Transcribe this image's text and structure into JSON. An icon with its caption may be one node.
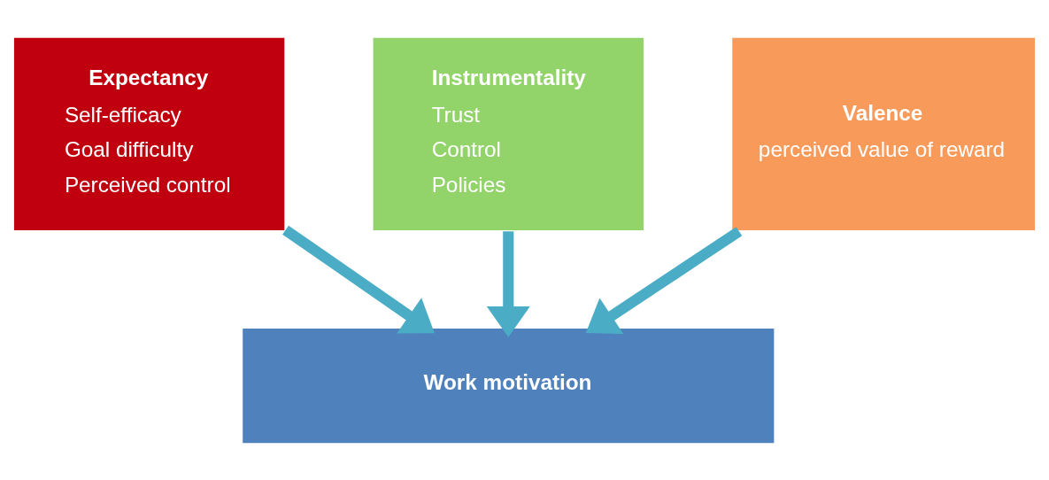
{
  "diagram": {
    "nodes": [
      {
        "text": [
          "Expectancy",
          "Self-efficacy",
          "Goal difficulty",
          "Perceived control"
        ]
      },
      {
        "text": [
          "Instrumentality",
          "Trust",
          "Control",
          "Policies"
        ]
      },
      {
        "text": [
          "Valence",
          "perceived value of reward"
        ]
      },
      {
        "text": [
          "Work motivation"
        ]
      }
    ],
    "edges": [
      {
        "from": 0,
        "to": 3,
        "arrow": "to"
      },
      {
        "from": 1,
        "to": 3,
        "arrow": "to"
      },
      {
        "from": 2,
        "to": 3,
        "arrow": "to"
      }
    ]
  }
}
